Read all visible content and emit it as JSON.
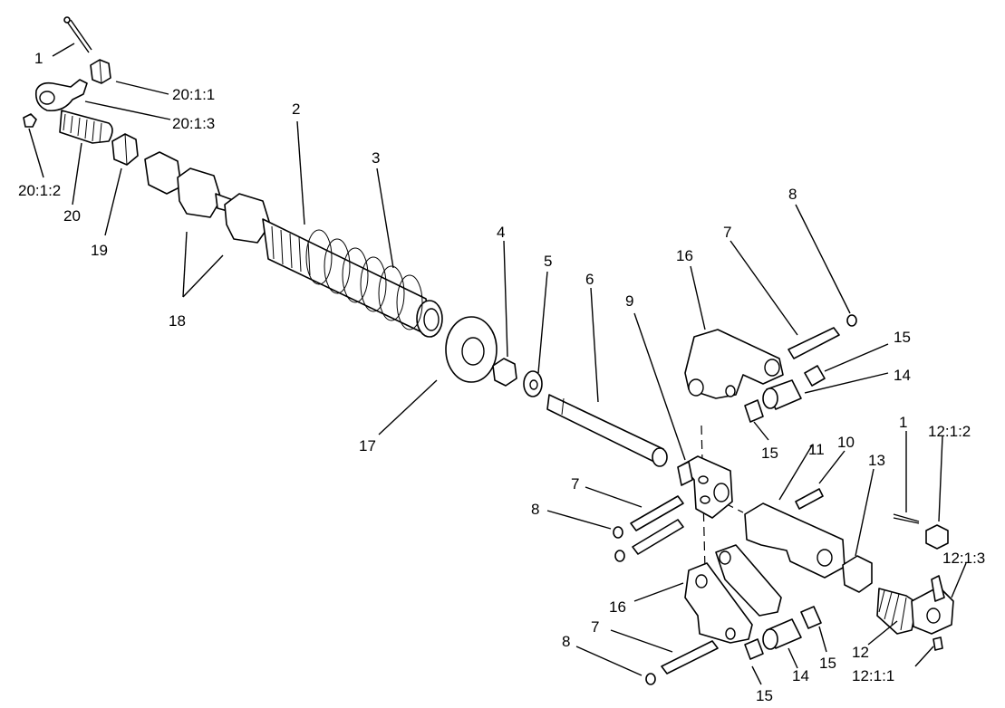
{
  "diagram": {
    "labels": {
      "l1a": "1",
      "l20_1_1": "20:1:1",
      "l20_1_3": "20:1:3",
      "l20_1_2": "20:1:2",
      "l20": "20",
      "l19": "19",
      "l18": "18",
      "l2": "2",
      "l3": "3",
      "l4": "4",
      "l5": "5",
      "l6": "6",
      "l17": "17",
      "l9": "9",
      "l16a": "16",
      "l7a": "7",
      "l8a": "8",
      "l15a": "15",
      "l14a": "14",
      "l15b": "15",
      "l11": "11",
      "l10": "10",
      "l13": "13",
      "l1b": "1",
      "l12_1_2": "12:1:2",
      "l12_1_3": "12:1:3",
      "l7b": "7",
      "l8b": "8",
      "l16b": "16",
      "l7c": "7",
      "l8c": "8",
      "l15c": "15",
      "l14b": "14",
      "l15d": "15",
      "l12": "12",
      "l12_1_1": "12:1:1"
    }
  }
}
